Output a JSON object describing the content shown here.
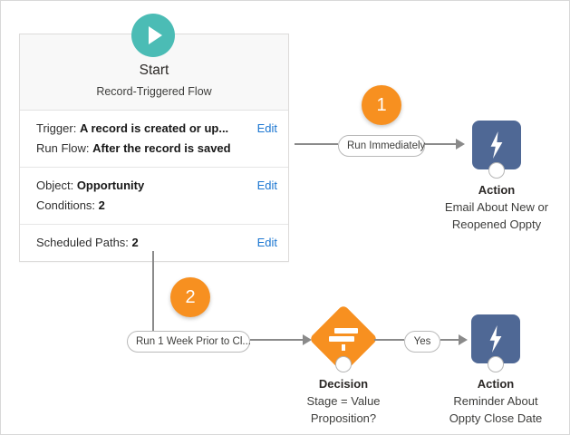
{
  "colors": {
    "start_teal": "#4bbcb5",
    "badge_orange": "#f79020",
    "decision_orange": "#f79020",
    "action_blue": "#4f6895",
    "link_blue": "#1b76d1",
    "connector_gray": "#8a8a8a"
  },
  "start_card": {
    "title": "Start",
    "subtitle": "Record-Triggered Flow",
    "play_icon": "play-icon",
    "sections": [
      {
        "rows": [
          {
            "label": "Trigger:",
            "value": "A record is created or up...",
            "edit": "Edit"
          },
          {
            "label": "Run Flow:",
            "value": "After the record is saved",
            "edit": ""
          }
        ]
      },
      {
        "rows": [
          {
            "label": "Object:",
            "value": "Opportunity",
            "edit": "Edit"
          },
          {
            "label": "Conditions:",
            "value": "2",
            "edit": ""
          }
        ]
      },
      {
        "rows": [
          {
            "label": "Scheduled Paths:",
            "value": "2",
            "edit": "Edit"
          }
        ]
      }
    ]
  },
  "badges": [
    {
      "number": "1"
    },
    {
      "number": "2"
    }
  ],
  "connectors": {
    "run_immediately": "Run Immediately",
    "scheduled_path": "Run 1 Week Prior to Cl...",
    "decision_yes": "Yes"
  },
  "nodes": {
    "action_email": {
      "type": "Action",
      "icon": "lightning-bolt-icon",
      "label_line1": "Email About New or",
      "label_line2": "Reopened Oppty"
    },
    "decision": {
      "type": "Decision",
      "icon": "signpost-icon",
      "label_line1": "Stage = Value",
      "label_line2": "Proposition?"
    },
    "action_reminder": {
      "type": "Action",
      "icon": "lightning-bolt-icon",
      "label_line1": "Reminder About",
      "label_line2": "Oppty Close Date"
    }
  }
}
